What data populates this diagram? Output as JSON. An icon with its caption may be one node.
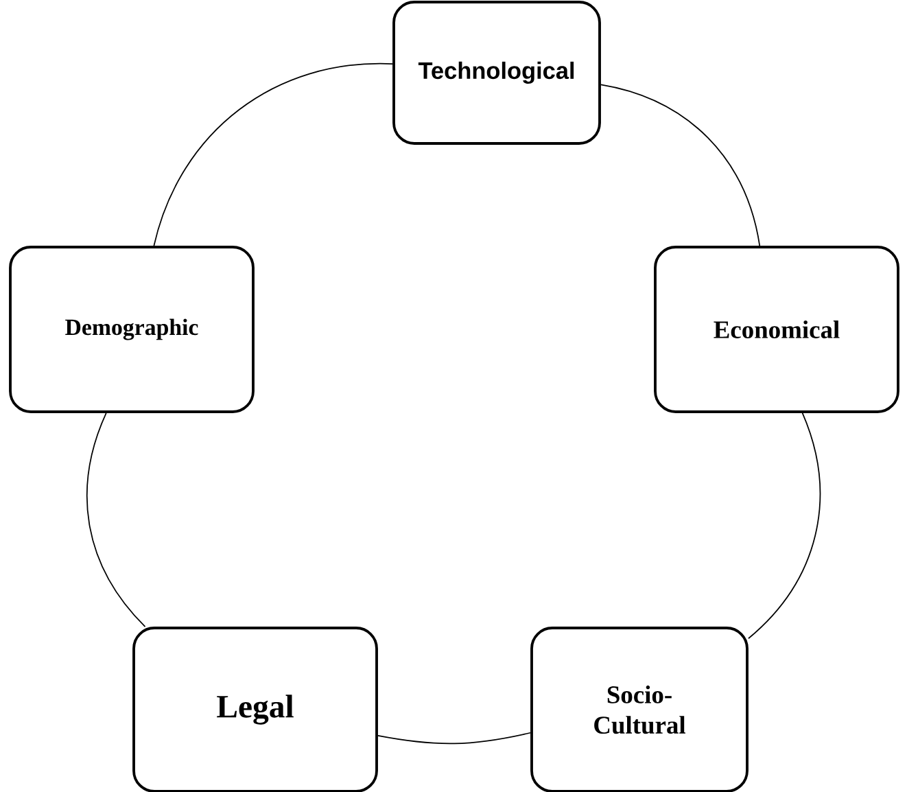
{
  "diagram": {
    "nodes": [
      {
        "text": [
          "Technological"
        ]
      },
      {
        "text": [
          "Economical"
        ]
      },
      {
        "text": [
          "Socio-Cultural"
        ]
      },
      {
        "text": [
          "Legal"
        ]
      },
      {
        "text": [
          "Demographic"
        ]
      }
    ],
    "edges": [
      {
        "from": 0,
        "to": 1,
        "arrow": "none"
      },
      {
        "from": 1,
        "to": 2,
        "arrow": "none"
      },
      {
        "from": 2,
        "to": 3,
        "arrow": "none"
      },
      {
        "from": 3,
        "to": 4,
        "arrow": "none"
      },
      {
        "from": 4,
        "to": 0,
        "arrow": "none"
      }
    ]
  }
}
